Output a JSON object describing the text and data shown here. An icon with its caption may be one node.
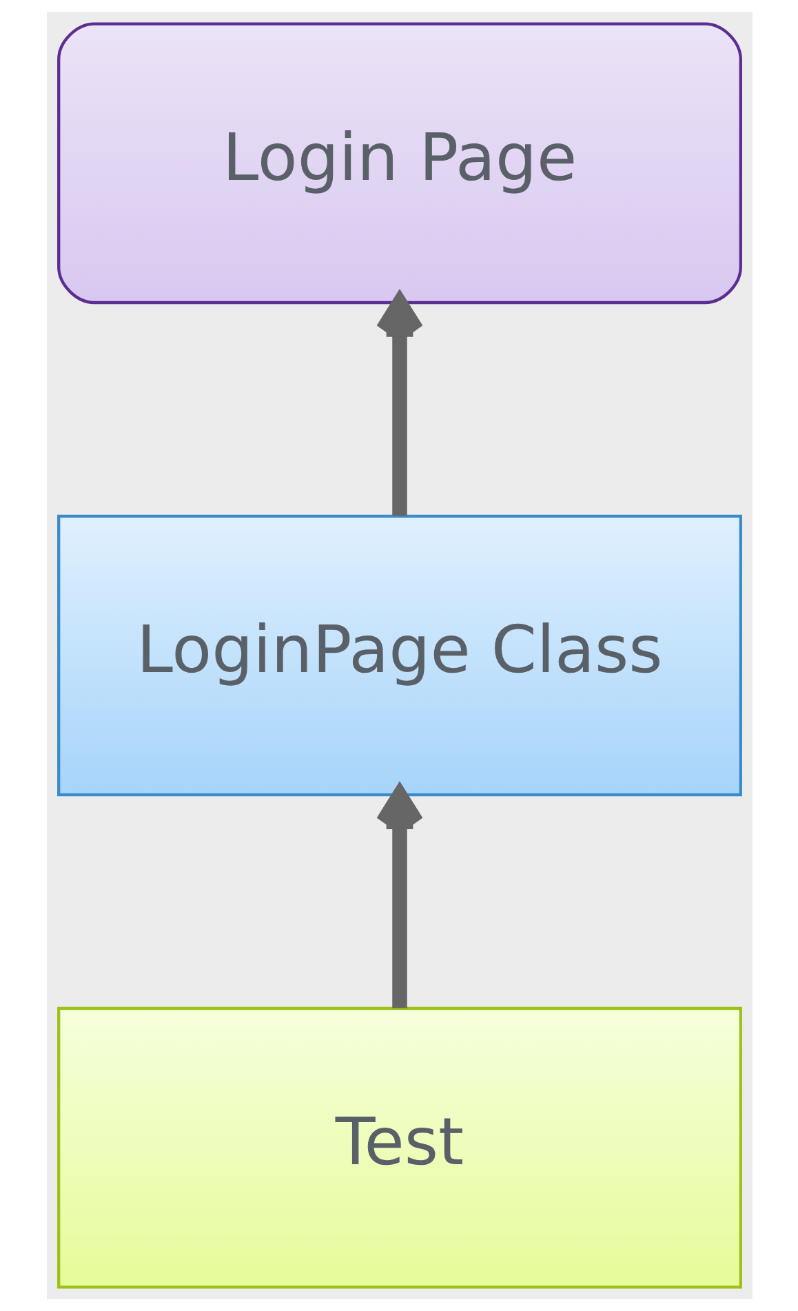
{
  "diagram": {
    "nodes": [
      {
        "text": [
          "Login Page"
        ]
      },
      {
        "text": [
          "LoginPage Class"
        ]
      },
      {
        "text": [
          "Test"
        ]
      }
    ],
    "edges": [
      {
        "from": 2,
        "to": 1,
        "arrow": "to"
      },
      {
        "from": 1,
        "to": 0,
        "arrow": "to"
      }
    ]
  }
}
